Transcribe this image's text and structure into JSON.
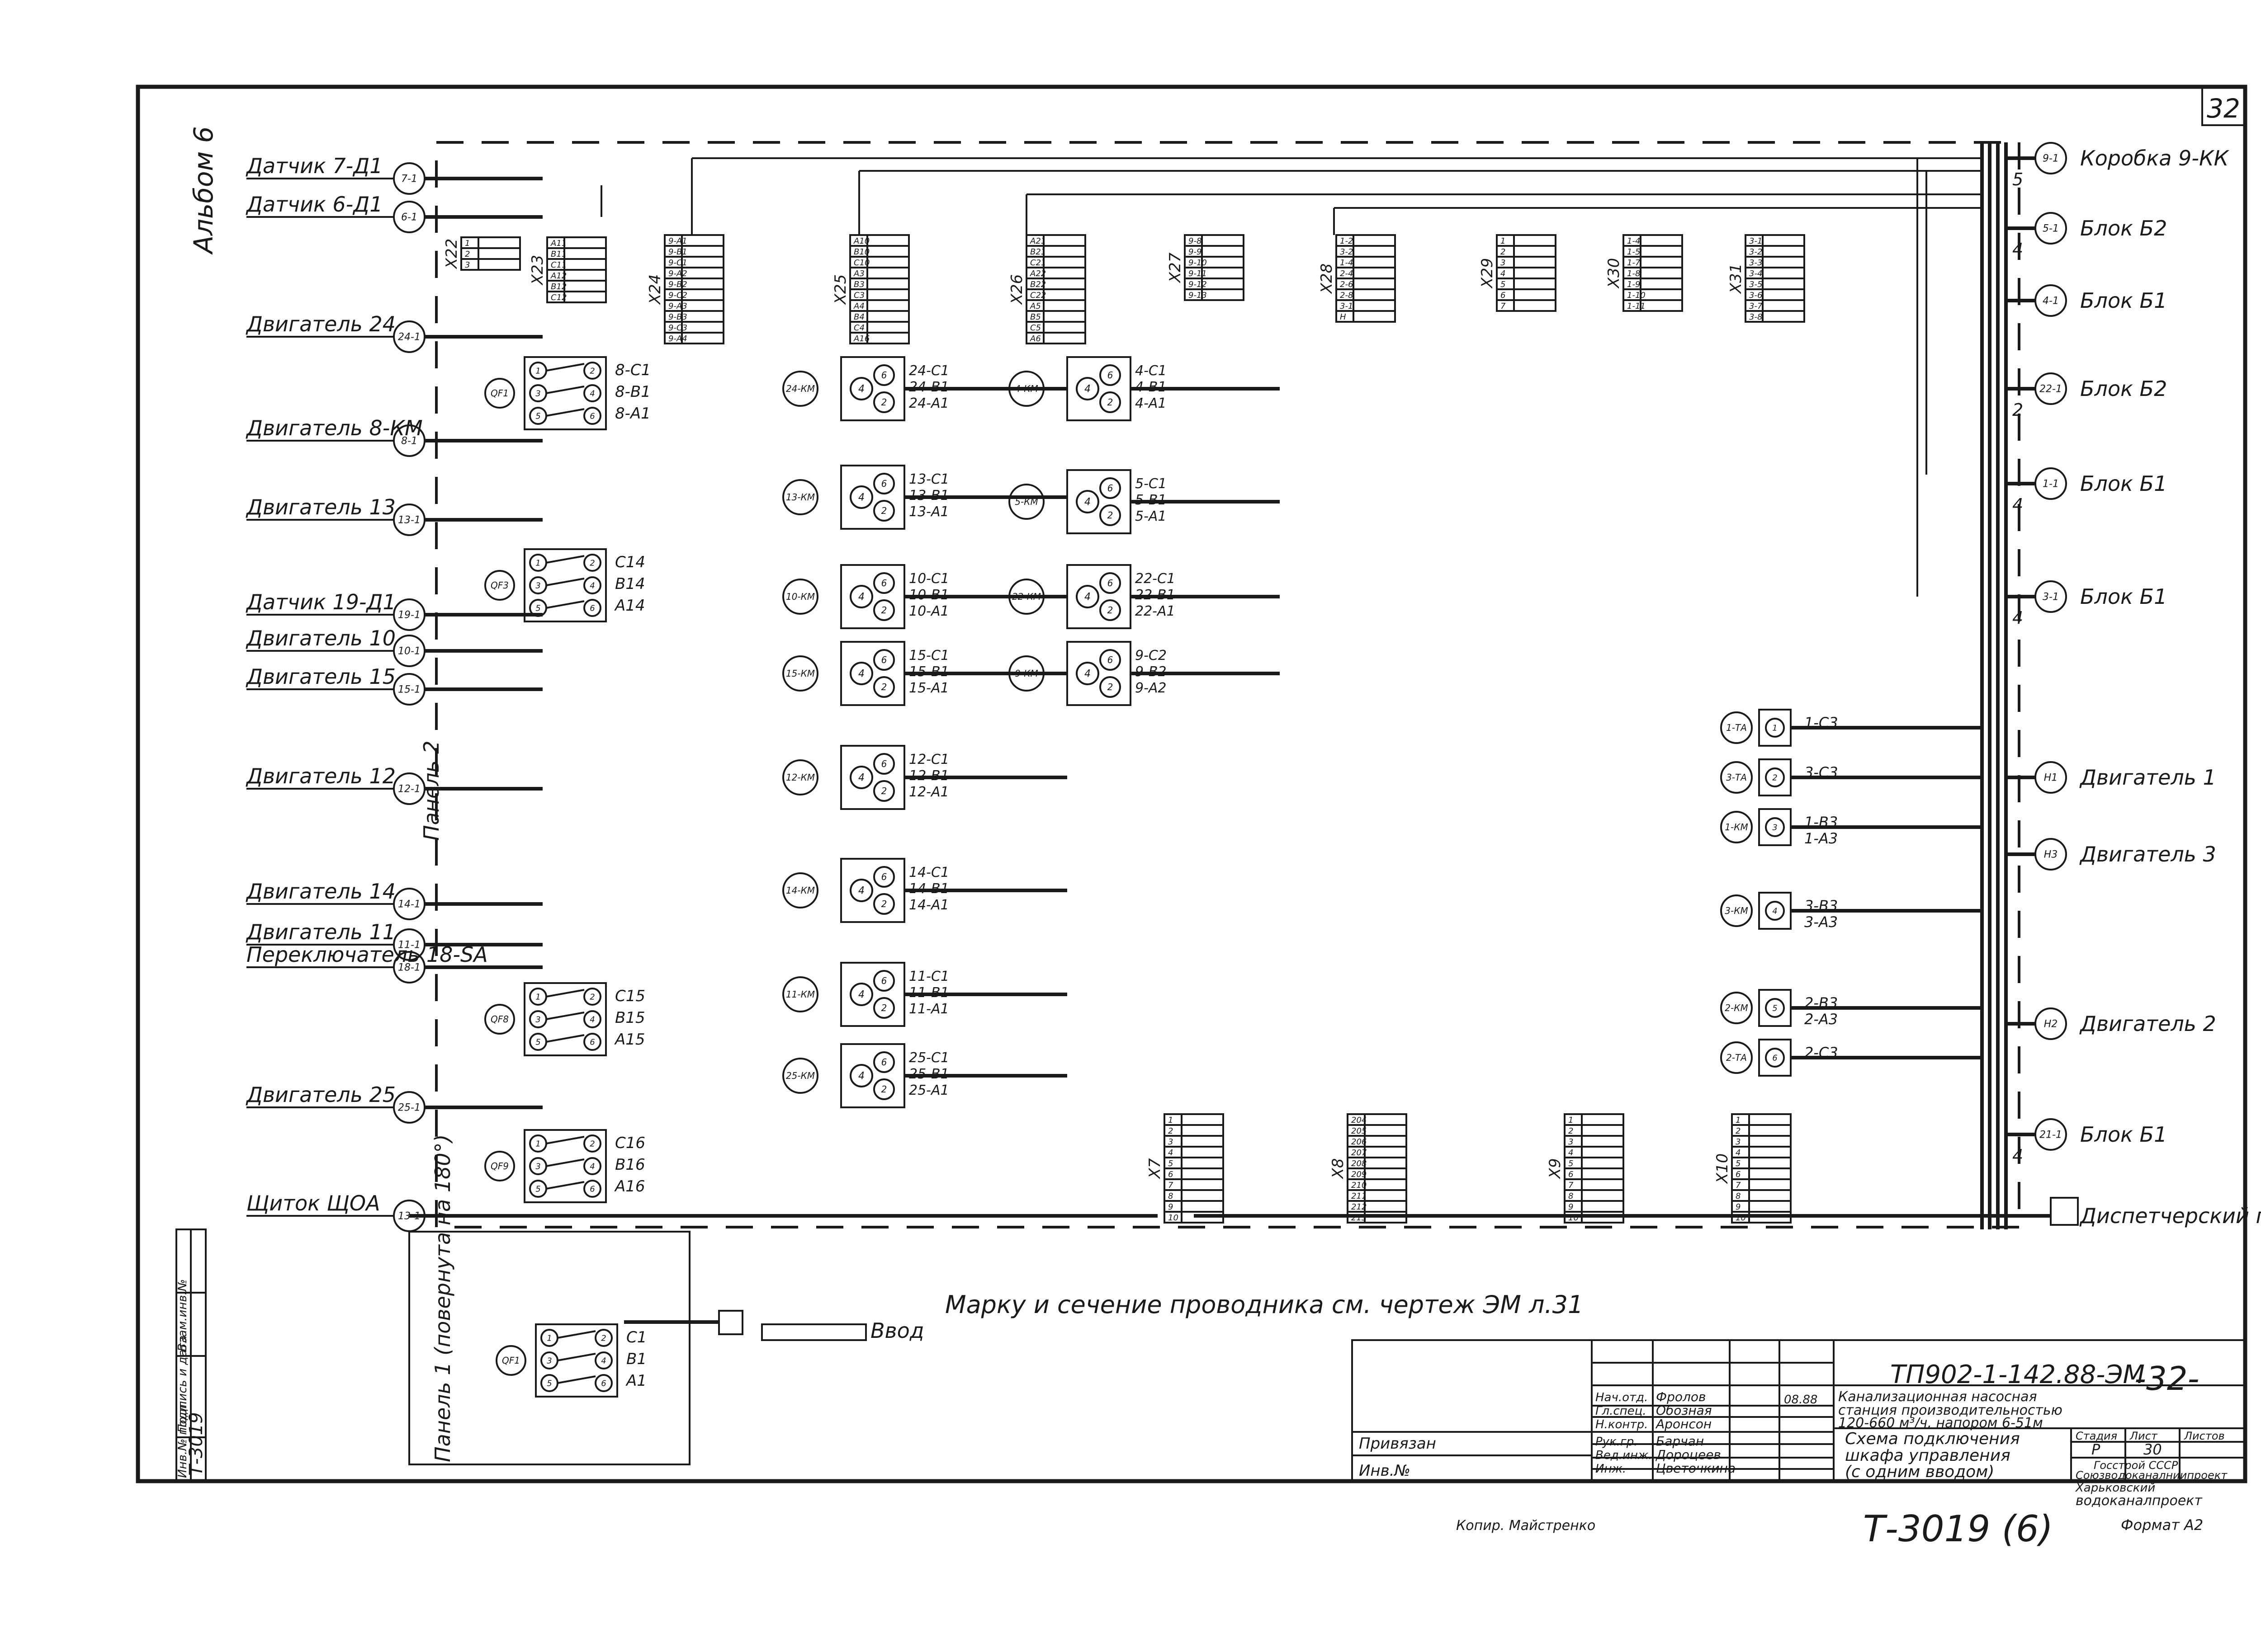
{
  "sheet": {
    "number": "32",
    "album": "Альбом 6",
    "page_number_mark": "-32-"
  },
  "panels": {
    "panel2": "Панель 2",
    "panel1": "Панель 1 (повернута на 180°)"
  },
  "left_labels": [
    {
      "text": "Датчик 7-Д1",
      "circle": "7-1"
    },
    {
      "text": "Датчик 6-Д1",
      "circle": "6-1"
    },
    {
      "text": "Двигатель 24",
      "circle": "24-1"
    },
    {
      "text": "Двигатель 8-КМ",
      "circle": "8-1"
    },
    {
      "text": "Двигатель 13",
      "circle": "13-1"
    },
    {
      "text": "Датчик 19-Д1",
      "circle": "19-1"
    },
    {
      "text": "Двигатель 10",
      "circle": "10-1"
    },
    {
      "text": "Двигатель 15",
      "circle": "15-1"
    },
    {
      "text": "Двигатель 12",
      "circle": "12-1"
    },
    {
      "text": "Двигатель 14",
      "circle": "14-1"
    },
    {
      "text": "Двигатель 11",
      "circle": "11-1"
    },
    {
      "text": "Переключатель 18-SA",
      "circle": "18-1"
    },
    {
      "text": "Двигатель 25",
      "circle": "25-1"
    },
    {
      "text": "Щиток ЩОА",
      "circle": "13-1"
    }
  ],
  "right_labels": [
    {
      "text": "Коробка 9-КК",
      "circle": "9-1",
      "n": "5"
    },
    {
      "text": "Блок Б2",
      "circle": "5-1",
      "n": "4"
    },
    {
      "text": "Блок Б1",
      "circle": "4-1",
      "n": ""
    },
    {
      "text": "Блок Б2",
      "circle": "22-1",
      "n": "2"
    },
    {
      "text": "Блок Б1",
      "circle": "1-1",
      "n": "4"
    },
    {
      "text": "Блок Б1",
      "circle": "3-1",
      "n": "4"
    },
    {
      "text": "Двигатель 1",
      "circle": "Н1",
      "n": ""
    },
    {
      "text": "Двигатель 3",
      "circle": "Н3",
      "n": ""
    },
    {
      "text": "Двигатель 2",
      "circle": "Н2",
      "n": ""
    },
    {
      "text": "Блок Б1",
      "circle": "21-1",
      "n": "4"
    },
    {
      "text": "Диспетчерский пункт",
      "circle": "",
      "n": ""
    }
  ],
  "terminal_blocks": [
    {
      "id": "X22",
      "rows": [
        "1",
        "2",
        "3"
      ]
    },
    {
      "id": "X23",
      "rows": [
        "А11",
        "В11",
        "С11",
        "А12",
        "В12",
        "С12"
      ]
    },
    {
      "id": "X24",
      "rows": [
        "9-А1",
        "9-В1",
        "9-С1",
        "9-А2",
        "9-В2",
        "9-С2",
        "9-А3",
        "9-В3",
        "9-С3",
        "9-А4"
      ]
    },
    {
      "id": "X25",
      "rows": [
        "А10",
        "В10",
        "С10",
        "А3",
        "В3",
        "С3",
        "А4",
        "В4",
        "С4",
        "А16"
      ]
    },
    {
      "id": "X26",
      "rows": [
        "А21",
        "В21",
        "С21",
        "А22",
        "В22",
        "С22",
        "А5",
        "В5",
        "С5",
        "А6"
      ]
    },
    {
      "id": "X27",
      "rows": [
        "9-8",
        "9-9",
        "9-10",
        "9-11",
        "9-12",
        "9-13"
      ]
    },
    {
      "id": "X28",
      "rows": [
        "1-2",
        "3-2",
        "1-4",
        "2-4",
        "2-6",
        "2-8",
        "3-1",
        "Н"
      ]
    },
    {
      "id": "X29",
      "rows": [
        "1",
        "2",
        "3",
        "4",
        "5",
        "6",
        "7"
      ]
    },
    {
      "id": "X30",
      "rows": [
        "1-4",
        "1-5",
        "1-7",
        "1-8",
        "1-9",
        "1-10",
        "1-11"
      ]
    },
    {
      "id": "X31",
      "rows": [
        "3-1",
        "3-2",
        "3-3",
        "3-4",
        "3-5",
        "3-6",
        "3-7",
        "3-8"
      ]
    },
    {
      "id": "X7",
      "rows": [
        "1",
        "2",
        "3",
        "4",
        "5",
        "6",
        "7",
        "8",
        "9",
        "10"
      ]
    },
    {
      "id": "X8",
      "rows": [
        "204",
        "205",
        "206",
        "207",
        "208",
        "209",
        "210",
        "211",
        "212",
        "213"
      ]
    },
    {
      "id": "X9",
      "rows": [
        "1",
        "2",
        "3",
        "4",
        "5",
        "6",
        "7",
        "8",
        "9",
        "10"
      ]
    },
    {
      "id": "X10",
      "rows": [
        "1",
        "2",
        "3",
        "4",
        "5",
        "6",
        "7",
        "8",
        "9",
        "10"
      ]
    }
  ],
  "starters": [
    {
      "circle": "24-КМ",
      "lines": [
        "24-С1",
        "24-В1",
        "24-А1"
      ]
    },
    {
      "circle": "4-КМ",
      "lines": [
        "4-С1",
        "4-В1",
        "4-А1"
      ]
    },
    {
      "circle": "13-КМ",
      "lines": [
        "13-С1",
        "13-В1",
        "13-А1"
      ]
    },
    {
      "circle": "5-КМ",
      "lines": [
        "5-С1",
        "5-В1",
        "5-А1"
      ]
    },
    {
      "circle": "10-КМ",
      "lines": [
        "10-С1",
        "10-В1",
        "10-А1"
      ]
    },
    {
      "circle": "22-КМ",
      "lines": [
        "22-С1",
        "22-В1",
        "22-А1"
      ]
    },
    {
      "circle": "15-КМ",
      "lines": [
        "15-С1",
        "15-В1",
        "15-А1"
      ]
    },
    {
      "circle": "9-КМ",
      "lines": [
        "9-С2",
        "9-В2",
        "9-А2"
      ]
    },
    {
      "circle": "12-КМ",
      "lines": [
        "12-С1",
        "12-В1",
        "12-А1"
      ]
    },
    {
      "circle": "14-КМ",
      "lines": [
        "14-С1",
        "14-В1",
        "14-А1"
      ]
    },
    {
      "circle": "11-КМ",
      "lines": [
        "11-С1",
        "11-В1",
        "11-А1"
      ]
    },
    {
      "circle": "25-КМ",
      "lines": [
        "25-С1",
        "25-В1",
        "25-А1"
      ]
    }
  ],
  "breakers": [
    {
      "circle": "QF1",
      "lines": [
        "8-С1",
        "8-В1",
        "8-А1"
      ]
    },
    {
      "circle": "QF3",
      "lines": [
        "С14",
        "В14",
        "А14"
      ]
    },
    {
      "circle": "QF8",
      "lines": [
        "С15",
        "В15",
        "А15"
      ]
    },
    {
      "circle": "QF9",
      "lines": [
        "С16",
        "В16",
        "А16"
      ]
    },
    {
      "circle": "QF1",
      "lines": [
        "С1",
        "В1",
        "А1"
      ]
    }
  ],
  "right_devices": [
    {
      "circle": "1-ТА",
      "lines": [
        "1-С3"
      ]
    },
    {
      "circle": "3-ТА",
      "lines": [
        "3-С3"
      ]
    },
    {
      "circle": "1-КМ",
      "lines": [
        "1-В3",
        "1-А3"
      ]
    },
    {
      "circle": "3-КМ",
      "lines": [
        "3-В3",
        "3-А3"
      ]
    },
    {
      "circle": "2-КМ",
      "lines": [
        "2-В3",
        "2-А3"
      ]
    },
    {
      "circle": "2-ТА",
      "lines": [
        "2-С3"
      ]
    }
  ],
  "notes": {
    "conductor_note": "Марку и сечение проводника см. чертеж ЭМ л.31",
    "input_label": "Ввод"
  },
  "title_block": {
    "doc_code": "ТП902-1-142.88-ЭМ",
    "privyazan": "Привязан",
    "inv_no": "Инв.№",
    "roles": [
      {
        "role": "Нач.отд.",
        "name": "Фролов"
      },
      {
        "role": "Гл.спец.",
        "name": "Обозная"
      },
      {
        "role": "Н.контр.",
        "name": "Аронсон"
      },
      {
        "role": "Рук.гр.",
        "name": "Барчан"
      },
      {
        "role": "Вед.инж.",
        "name": "Дороцеев"
      },
      {
        "role": "Инж.",
        "name": "Цветочкина"
      }
    ],
    "date": "08.88",
    "project_desc": [
      "Канализационная насосная",
      "станция производительностью",
      "120-660 м³/ч, напором 6-51м"
    ],
    "stage_headers": [
      "Стадия",
      "Лист",
      "Листов"
    ],
    "stage_values": [
      "Р",
      "30",
      ""
    ],
    "drawing_title": [
      "Схема подключения",
      "шкафа управления",
      "(с одним вводом)"
    ],
    "org": [
      "Госстрой СССР",
      "Союзводоканалниипроект",
      "Харьковский",
      "водоканалпроект"
    ],
    "left_strip": [
      "Инв.№ подл.",
      "Подпись и дата",
      "Взам.инв.№"
    ],
    "left_strip_value": "Т-3019",
    "bottom_copy": "Копир. Майстренко",
    "bottom_stamp": "Т-3019 (6)",
    "format": "Формат А2"
  }
}
